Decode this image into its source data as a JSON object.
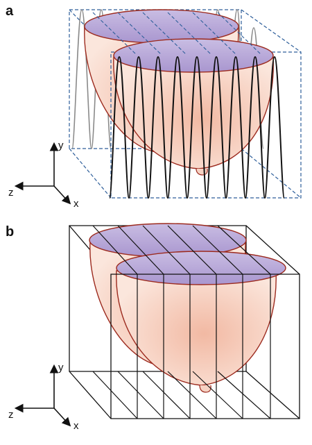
{
  "panels": [
    {
      "label": "a",
      "axes": {
        "y": "y",
        "z": "z",
        "x": "x"
      }
    },
    {
      "label": "b",
      "axes": {
        "y": "y",
        "z": "z",
        "x": "x"
      }
    }
  ],
  "colors": {
    "body_fill_center": "#f2b9a3",
    "body_fill_edge": "#fbe6dc",
    "body_outline": "#9c2a1e",
    "top_ellipse_fill": "#b6a4d6",
    "dashed_box": "#2d5e9a",
    "wave_back": "#8a8a8a",
    "wave_front": "#111111",
    "slice_lines": "#111111"
  },
  "icons": {
    "axis_arrows": "3d-axis-triad-icon"
  }
}
